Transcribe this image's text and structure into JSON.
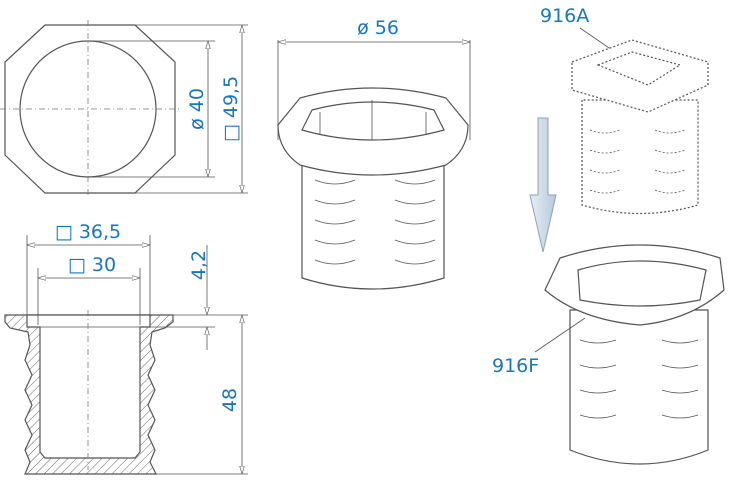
{
  "title": "Technical drawing of insert 916A and 916F",
  "colors": {
    "dimension_text": "#1a76bb",
    "line": "#555555",
    "arrow_fill": "#c9d7e6"
  },
  "dimensions": {
    "circle_diameter": "ø 40",
    "outer_square": "□ 49,5",
    "flange_square": "□ 36,5",
    "inner_square": "□ 30",
    "flange_height": "4,2",
    "total_height": "48",
    "outer_diameter": "ø 56"
  },
  "labels": {
    "part_a": "916A",
    "part_f": "916F"
  }
}
